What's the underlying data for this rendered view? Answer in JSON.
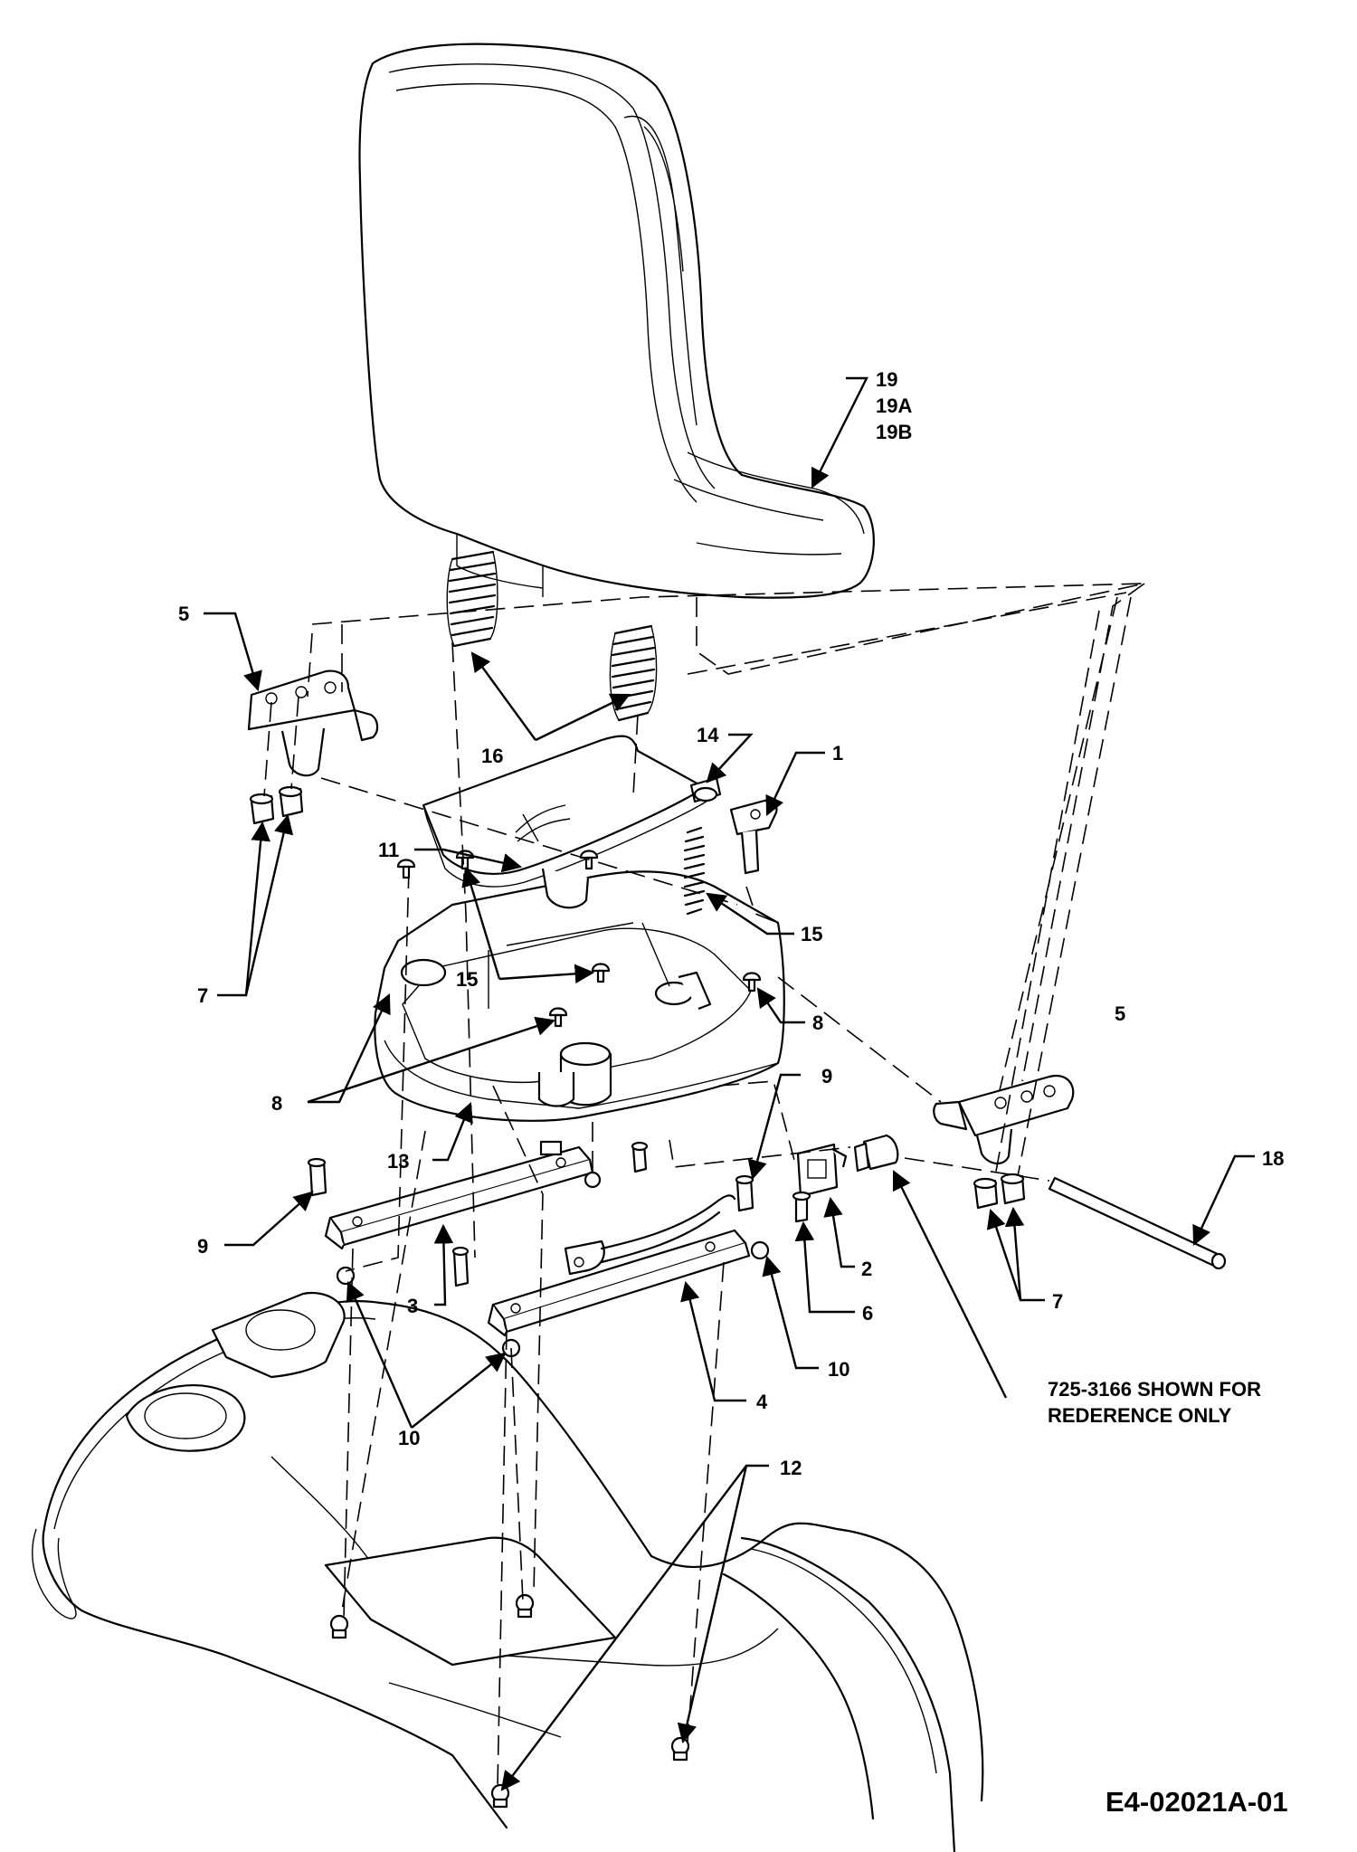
{
  "callouts": {
    "c1": "1",
    "c2": "2",
    "c3": "3",
    "c4": "4",
    "c5a": "5",
    "c5b": "5",
    "c6": "6",
    "c7a": "7",
    "c7b": "7",
    "c8a": "8",
    "c8b": "8",
    "c9a": "9",
    "c9b": "9",
    "c10a": "10",
    "c10b": "10",
    "c11": "11",
    "c12": "12",
    "c13": "13",
    "c14": "14",
    "c15a": "15",
    "c15b": "15",
    "c16": "16",
    "c18": "18",
    "c19": "19",
    "c19a": "19A",
    "c19b": "19B"
  },
  "note": {
    "line1": "725-3166 SHOWN FOR",
    "line2": "REDERENCE ONLY"
  },
  "drawing_number": "E4-02021A-01"
}
